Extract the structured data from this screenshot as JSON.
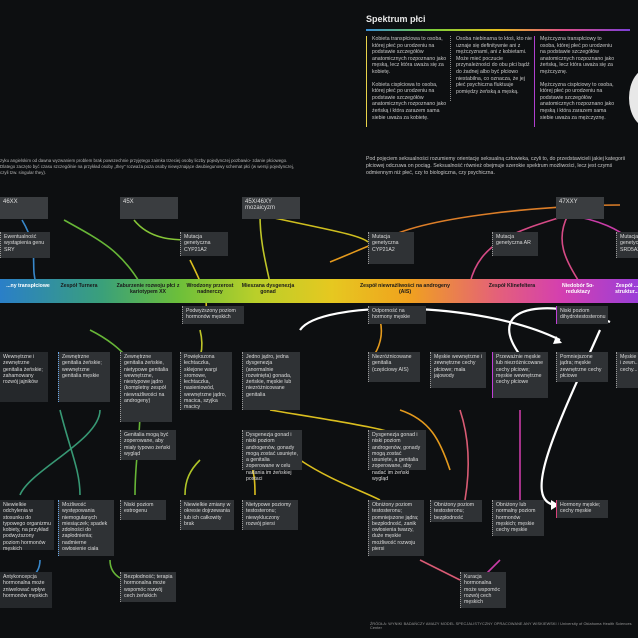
{
  "legend": {
    "title": "Spektrum płci",
    "col1": [
      "Kobieta transpłciowa to osoba, której płeć po urodzeniu na podstawie szczegółów anatomicznych rozpoznano jako męską, lecz która uważa się za kobietę.",
      "Kobieta cispłciowa to osoba, której płeć po urodzeniu na podstawie szczegółów anatomicznych rozpoznano jako żeńską i która zarazem sama siebie uważa za kobietę."
    ],
    "col2": [
      "Osoba niebinarna to ktoś, kto nie uznaje się definitywnie ani z mężczyznami, ani z kobietami. Może mieć poczucie przynależności do obu płci bądź do żadnej albo być płciowo niestabilna, co oznacza, że jej płeć psychiczna fluktuuje pomiędzy żeńską a męską."
    ],
    "col3": [
      "Mężczyzna transpłciowy to osoba, której płeć po urodzeniu na podstawie szczegółów anatomicznych rozpoznano jako żeńską, lecz która uważa się za mężczyznę.",
      "Mężczyzna cispłciowy to osoba, której płeć po urodzeniu na podstawie szczegółów anatomicznych rozpoznano jako męską i która zarazem sama siebie uważa za mężczyznę."
    ]
  },
  "mid_note": "Pod pojęciem seksualności rozumiemy orientację seksualną człowieka, czyli to, do przedstawicieli jakiej kategorii płciowej odczuwa on pociąg. Seksualność również obejmuje szerokie spektrum możliwości, lecz jest czymś odmiennym niż płeć, czy to biologiczna, czy psychiczna.",
  "left_note": "zyku angielskim od dawna wyzwaniem problem brak powszechnie przyjętego zaimka trzeciej osoby liczby pojedynczej pozbawio- zdanie płciowego. Dlatego zaczęto być czasu szczególnie na przykład osoby „they” rozważa poza osoby niewyznające dwubiegunowy schemat płci (w wersji pojedynczej, czyli tzw. singular they).",
  "karyotypes": [
    "46XX",
    "45X",
    "45X/46XY mozaicyzm",
    "47XXY"
  ],
  "top_boxes": [
    "Ewentualność wystąpienia genu SRY",
    "Mutacja genetyczna CYP21A2",
    "Mutacja genetyczna CYP21A2",
    "Mutacja genetyczna AR",
    "Mutacja genetyczna SRD5A2"
  ],
  "spectrum_labels": [
    "...ny transpłciowe",
    "Zespół Turnera",
    "Zaburzenie rozwoju płci z kariotypem XX",
    "Wrodzony przerost nadnerczy",
    "Mieszana dysgenezja gonad",
    "Zespół niewrażliwości na androgeny (AIS)",
    "Zespół Klinefeltera",
    "Niedobór 5α-reduktazy",
    "Zespół ... struktur..."
  ],
  "under_spectrum": [
    "Podwyższony poziom hormonów męskich",
    "Odporność na hormony męskie",
    "Niski poziom dihydrotestosteronu"
  ],
  "mid_boxes": [
    "Wewnętrzne i zewnętrzne genitalia żeńskie; zahamowany rozwój jajników",
    "Zewnętrzne genitalia żeńskie; wewnętrzne genitalia męskie",
    "Zewnętrzne genitalia żeńskie, nietypowe genitalia wewnętrzne, niestypowe jądro (kompletny zespół niewrażliwości na androgeny)",
    "Powiększona łechtaczka, sklejone wargi sromowe, łechtaczka, nasieniowód, wewnętrzne jądro, macica, szyjka macicy",
    "Jedno jądro, jedna dysgenezja (anormalnie rozwinięta) gonada, żeńskie, męskie lub niezróżnicowane genitalia",
    "Niezróżnicowane genitalia (częściowy AIS)",
    "Męskie wewnętrzne i zewnętrzne cechy płciowe; mała jajowody",
    "Przeważnie męskie lub niezróżnicowane cechy płciowe; męskie wewnętrzne cechy płciowe",
    "Pomniejszone jądra; męskie zewnętrzne cechy płciowe",
    "Męskie ... i zewn... cechy..."
  ],
  "lower_boxes": [
    "Genitalia mogą być zoperowane, aby miały typowo żeński wygląd",
    "Dysgenezja gonad i niski poziom androgenów, gonady mogą zostać usunięte, a genitalia zoperowane w celu nadania im żeńskiej postaci",
    "Dysgenezja gonad i niski poziom androgenów, gonady mogą zostać usunięte, a genitalia zoperowane, aby nadać im żeński wygląd"
  ],
  "bottom_boxes": [
    "Niewielkie odchylenia w stosunku do typowego organizmu kobiety, na przykład podwyższony poziom hormonów męskich",
    "Możliwość występowania niemogulanych miesiączek; spadek zdolności do zapłodnienia; nadmierne owłosienie ciała",
    "Niski poziom estrogenu",
    "Niewielkie zmiany w okresie dojrzewania lub ich całkowity brak",
    "Nietypowe poziomy testosteronu; niewykluczony rozwój piersi",
    "Obniżony poziom testosteronu; pomniejszone jądra; bezpłodność, zanik owłosienia twarzy, duże męskie możliwość rozwoju piersi",
    "Obniżony poziom testosteronu; bezpłodność",
    "Obniżony lub normalny poziom hormonów męskich; męskie cechy męskie",
    "Hormony męskie; cechy męskie"
  ],
  "last_boxes": [
    "Antykoncepcja hormonalna może zniwelować wpływ hormonów męskich",
    "Bezpłodność; terapia hormonalna może wspomóc rozwój cech żeńskich",
    "Kuracja hormonalna może wspomóc rozwój cech męskich"
  ],
  "footer": "ŹRÓDŁA: WYNIKI BADAŃCZY AMAZY MODEL SPECJALISTYCZNY OPRACOWANE ANY WISKIEWSKI / University of Oklahoma Health Sciences Center",
  "colors": {
    "background": "#0d0f11",
    "box": "#2f3235",
    "yellow": "#e8d24a",
    "purple": "#c040d8",
    "blue": "#6aa8e8"
  }
}
